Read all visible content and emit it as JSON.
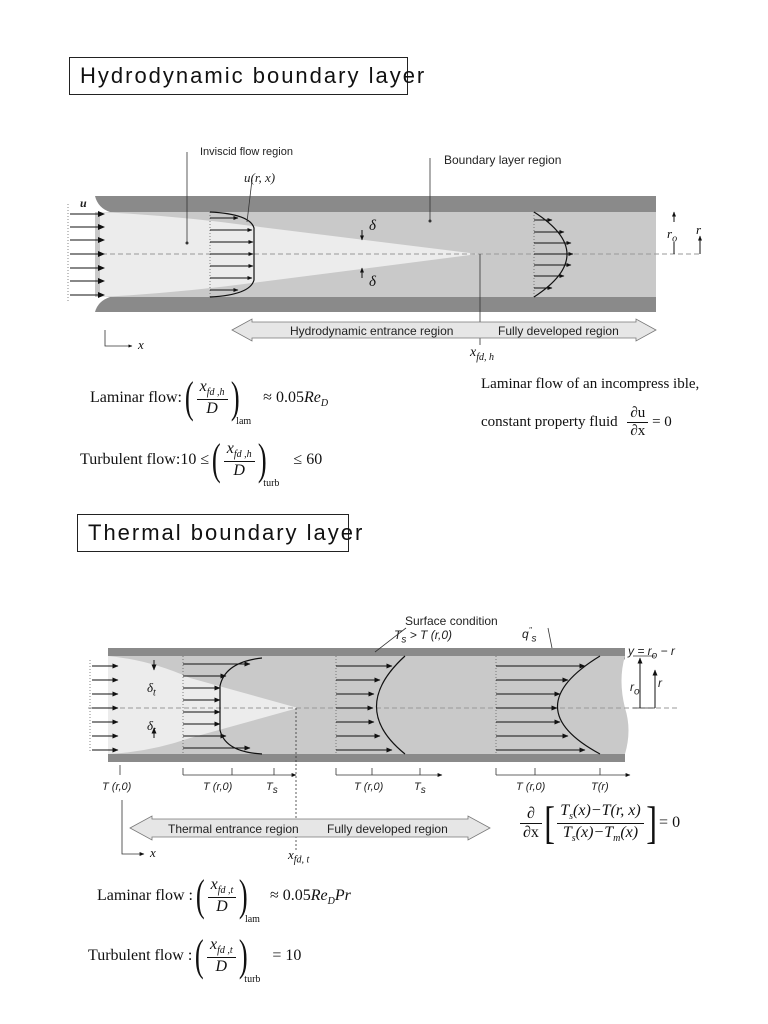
{
  "titles": {
    "hydro": "Hydrodynamic boundary layer",
    "thermal": "Thermal boundary layer"
  },
  "hydro_diagram": {
    "inviscid": "Inviscid flow region",
    "bl_region": "Boundary layer region",
    "u_rx": "u(r, x)",
    "u": "u",
    "delta": "δ",
    "ro": "r",
    "ro_sub": "o",
    "r": "r",
    "x": "x",
    "entrance": "Hydrodynamic entrance region",
    "developed": "Fully developed region",
    "xfd": "x",
    "xfd_sub": "fd, h"
  },
  "hydro_eq": {
    "laminar_label": "Laminar flow:",
    "turbulent_label": "Turbulent flow:",
    "num": "x",
    "num_sub": "fd ,h",
    "den": "D",
    "lam": "lam",
    "turb": "turb",
    "lam_rhs": "≈ 0.05",
    "re": "Re",
    "re_sub": "D",
    "turb_lhs": "10 ≤",
    "turb_rhs": "≤ 60"
  },
  "note": {
    "line1": "Laminar flow of an incompress ible,",
    "line2": "constant property fluid",
    "du": "∂u",
    "dx": "∂x",
    "eq0": "= 0"
  },
  "thermal_diagram": {
    "surface": "Surface condition",
    "ts_cond": "T",
    "ts_cond_rest": "> T (r,0)",
    "qs": "q",
    "qs_sup": "\"",
    "qs_sub": "s",
    "y_eq": "y = r",
    "y_eq_rest": "− r",
    "ro": "r",
    "r": "r",
    "delta_t": "δ",
    "delta_t_sub": "t",
    "t_r0": "T (r,0)",
    "ts": "T",
    "ts_sub": "s",
    "t_r": "T(r)",
    "x": "x",
    "entrance": "Thermal entrance region",
    "developed": "Fully developed region",
    "xfd": "x",
    "xfd_sub": "fd, t"
  },
  "thermal_eq": {
    "d": "∂",
    "dx": "∂x",
    "top": "T",
    "top_rest": "(x)−T(r, x)",
    "bot": "T",
    "bot_mid": "(x)−T",
    "bot_rest": "(x)",
    "s": "s",
    "m": "m",
    "eq0": "= 0",
    "laminar_label": "Laminar flow :",
    "turbulent_label": "Turbulent flow :",
    "num": "x",
    "num_sub": "fd ,t",
    "den": "D",
    "lam": "lam",
    "turb": "turb",
    "lam_rhs": "≈ 0.05",
    "re": "Re",
    "re_sub": "D",
    "pr": "Pr",
    "turb_rhs": "= 10"
  }
}
